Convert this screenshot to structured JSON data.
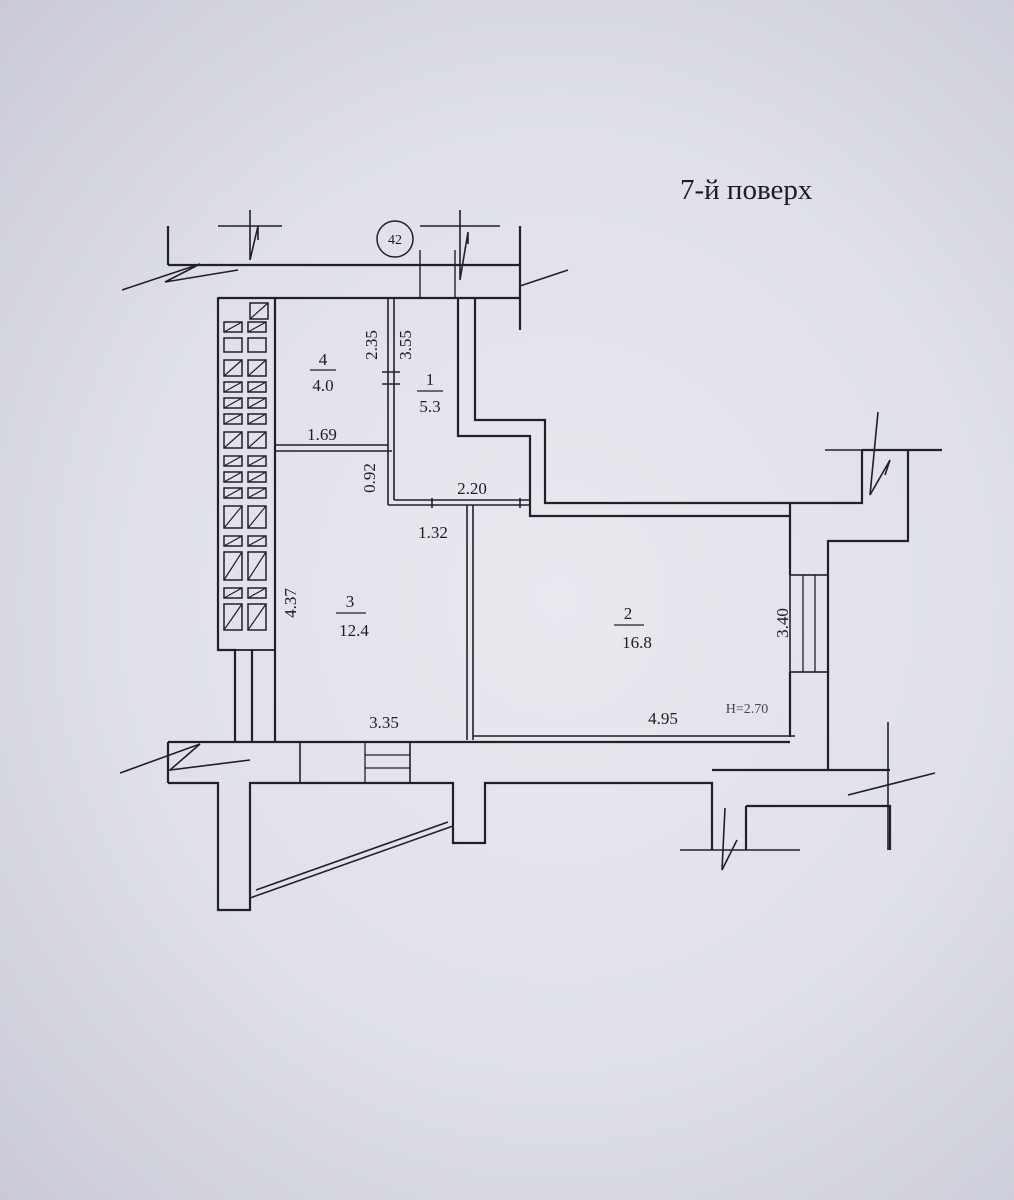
{
  "floor_title": "7-й поверх",
  "axis_marker": "42",
  "rooms": [
    {
      "number": "1",
      "area": "5.3"
    },
    {
      "number": "2",
      "area": "16.8"
    },
    {
      "number": "3",
      "area": "12.4"
    },
    {
      "number": "4",
      "area": "4.0"
    }
  ],
  "dimensions": {
    "d_2_35": "2.35",
    "d_3_55": "3.55",
    "d_1_69": "1.69",
    "d_0_92": "0.92",
    "d_2_20": "2.20",
    "d_1_32": "1.32",
    "d_4_37": "4.37",
    "d_3_40": "3.40",
    "d_3_35": "3.35",
    "d_4_95": "4.95",
    "ceiling_height": "H=2.70"
  },
  "colors": {
    "paper": "#e6e6ee",
    "ink": "#202028"
  }
}
